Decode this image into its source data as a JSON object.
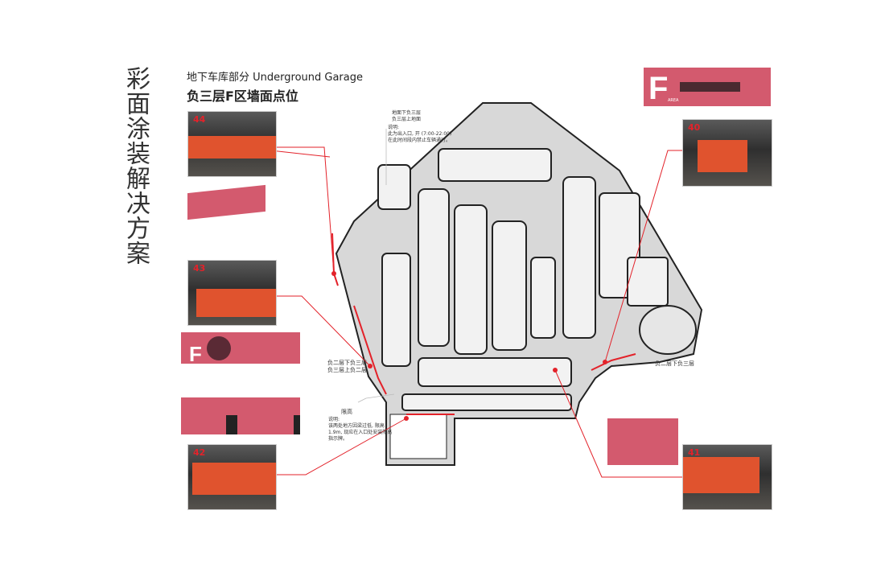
{
  "title_vertical": "彩面涂装解决方案",
  "heading": {
    "section": "地下车库部分  Underground Garage",
    "subtitle": "负三层F区墙面点位"
  },
  "photos": [
    {
      "label": "44"
    },
    {
      "label": "43"
    },
    {
      "label": "42"
    },
    {
      "label": "40"
    },
    {
      "label": "41"
    }
  ],
  "annotations": {
    "top_note_title": "地面下负三层\n负三层上地面",
    "top_note_line1": "地面下负三层",
    "top_note_line2": "负三层上地面",
    "top_note_body1": "说明:",
    "top_note_body2": "此为出入口, 开 (7:00-22:00)",
    "top_note_body3": "在此时间段内禁止车辆通行。",
    "left_mid1": "负二层下负三层",
    "left_mid2": "负三层上负二层",
    "limit_title": "限高",
    "limit_body1": "说明:",
    "limit_body2": "该两处地方因梁过低, 限高",
    "limit_body3": "1.9m, 现应在入口处安装限高",
    "limit_body4": "指示牌。",
    "right_mid": "负二层下负三层"
  },
  "banners": {
    "f_letter": "F",
    "f_area": "AREA"
  },
  "colors": {
    "accent": "#d35a6e",
    "marker": "#e3222a",
    "wall": "#e0532e"
  }
}
